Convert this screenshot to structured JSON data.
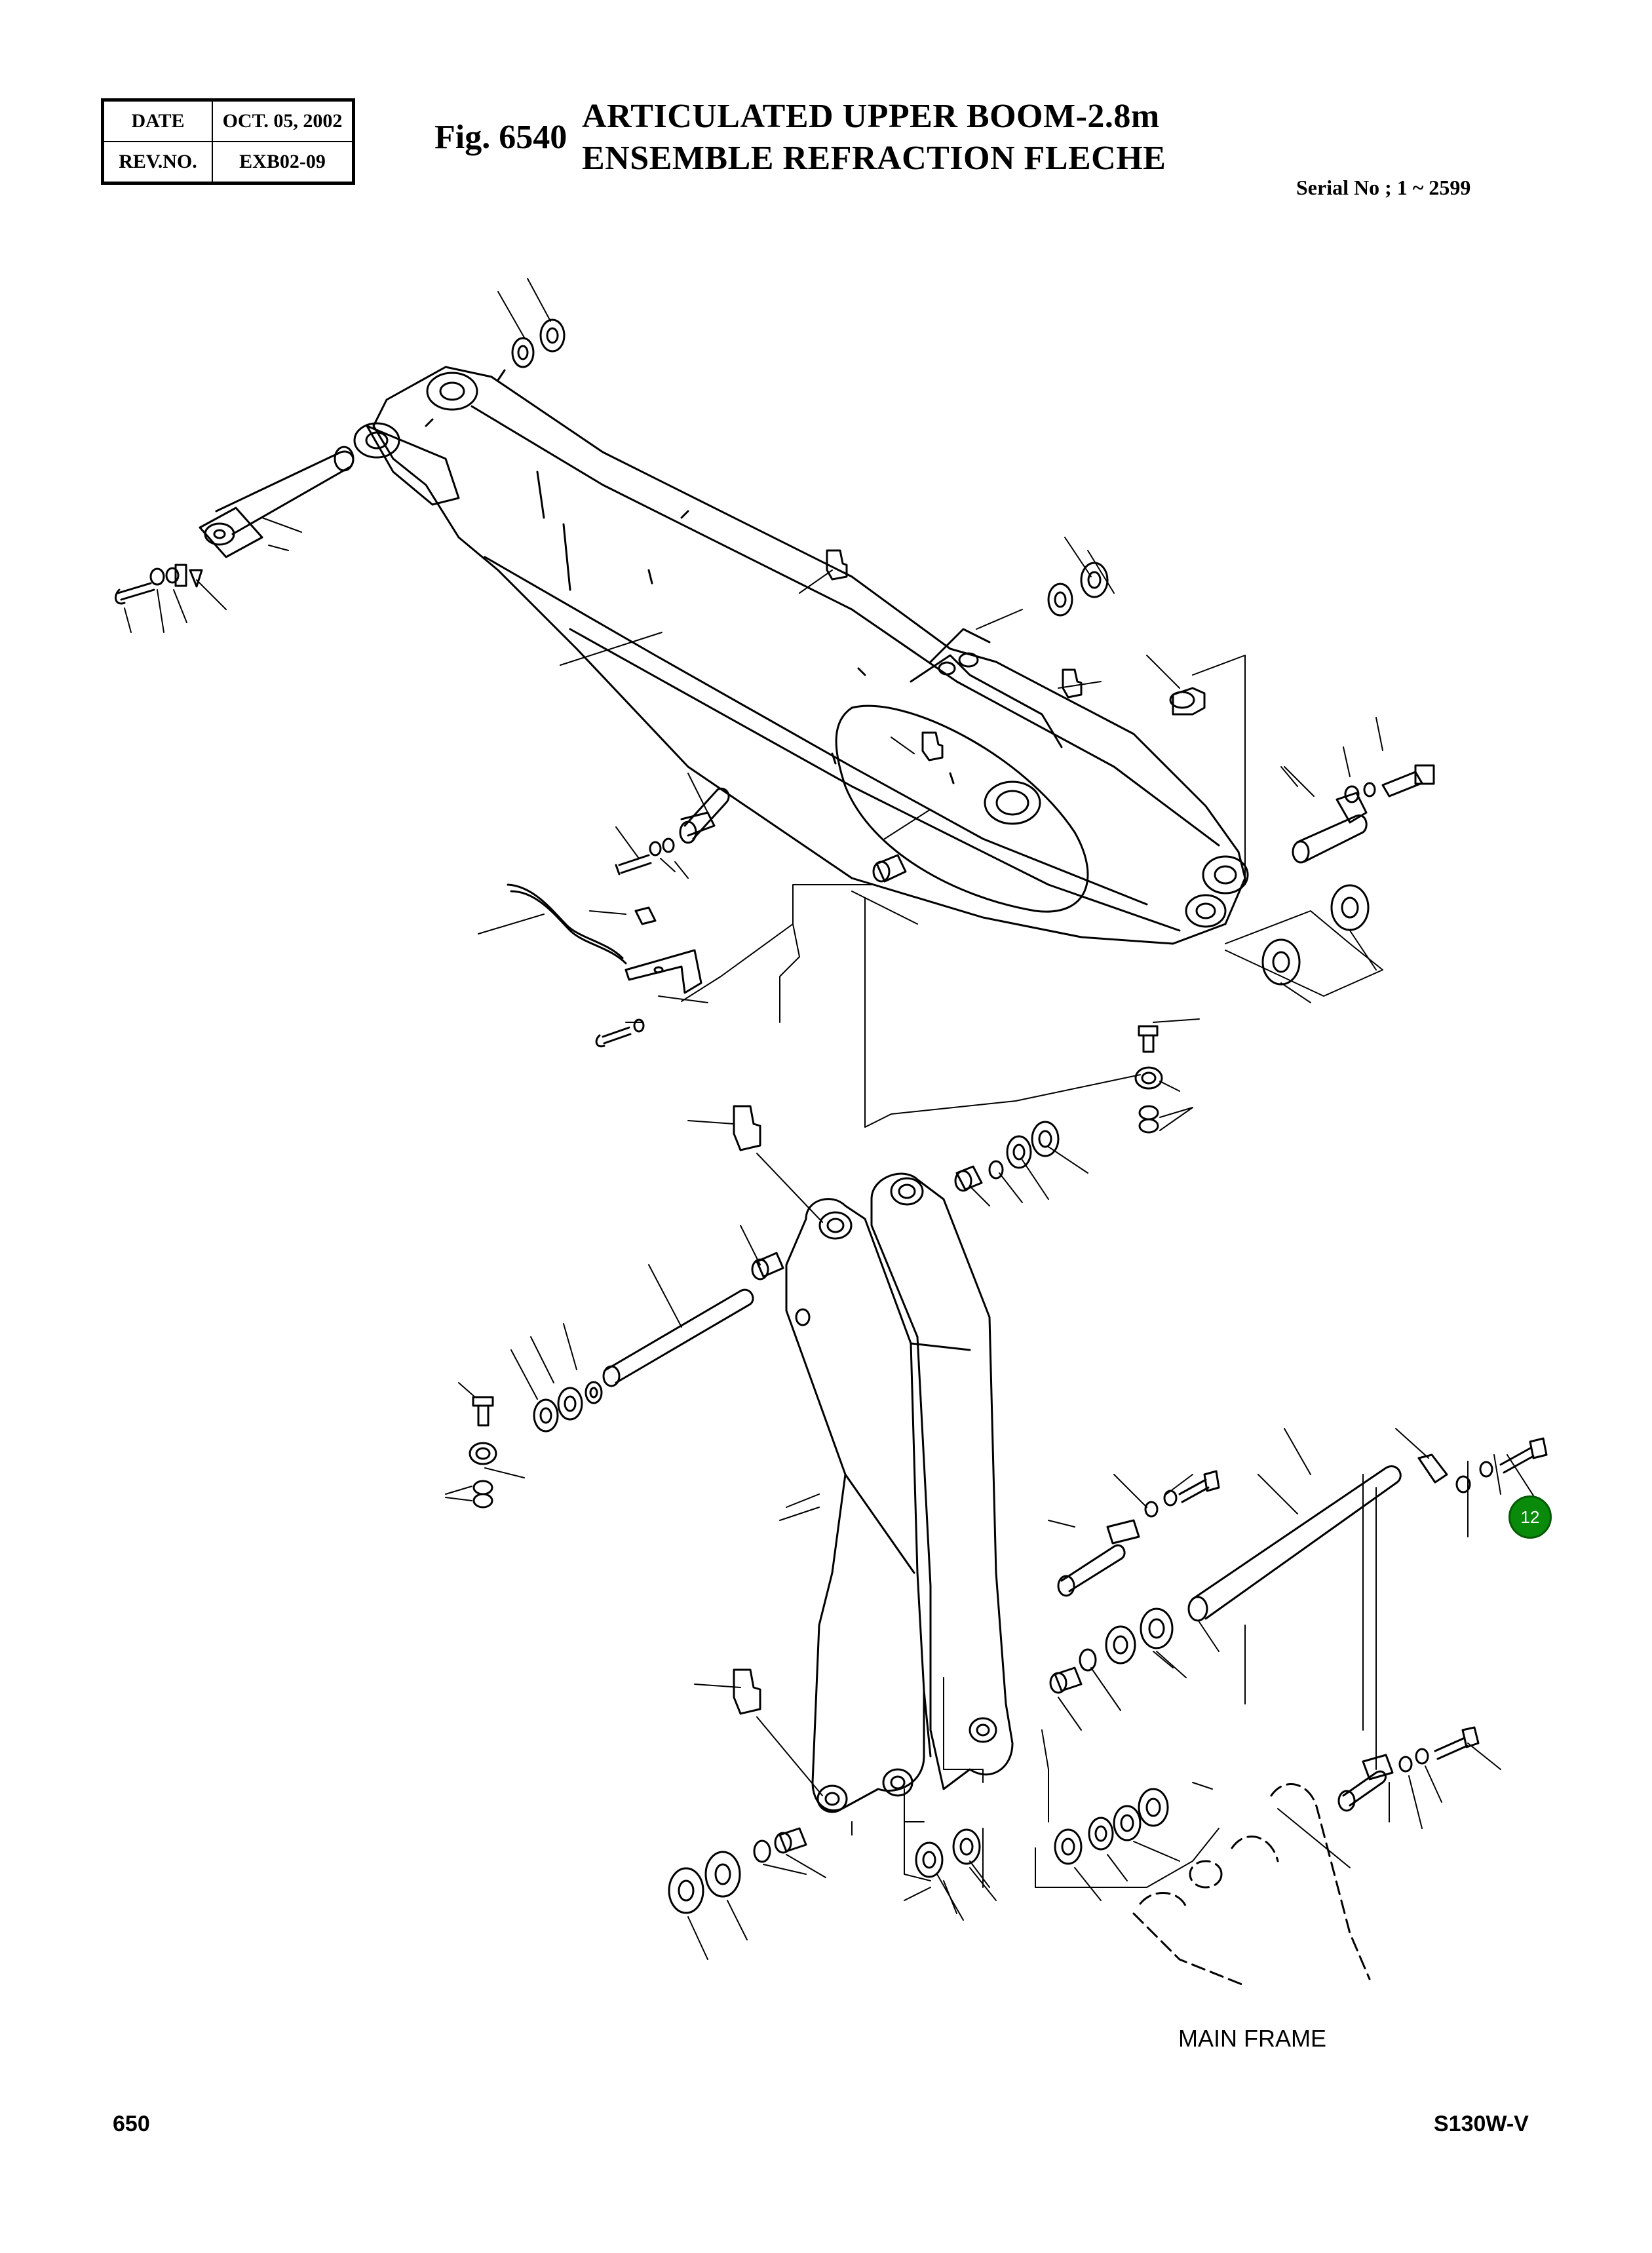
{
  "header": {
    "date_label": "DATE",
    "date_value": "OCT. 05, 2002",
    "rev_label": "REV.NO.",
    "rev_value": "EXB02-09",
    "figure_number": "Fig. 6540",
    "title_line1": "ARTICULATED UPPER BOOM-2.8m",
    "title_line2": "ENSEMBLE REFRACTION FLECHE",
    "serial": "Serial No ; 1 ~ 2599"
  },
  "diagram": {
    "frame_label": "MAIN FRAME",
    "callout_number": "12",
    "callout_color": "#0a8a0a"
  },
  "footer": {
    "page_number": "650",
    "model": "S130W-V"
  }
}
